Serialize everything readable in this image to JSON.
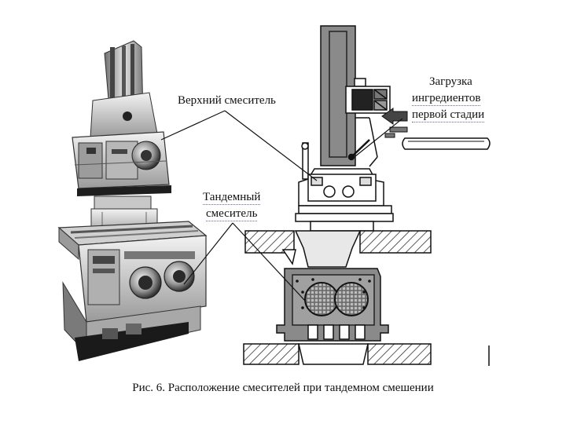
{
  "labels": {
    "upper_mixer": "Верхний смеситель",
    "tandem_mixer_line1": "Тандемный",
    "tandem_mixer_line2": "смеситель",
    "loading_line1": "Загрузка",
    "loading_line2": "ингредиентов",
    "loading_line3": "первой стадии"
  },
  "caption": "Рис. 6. Расположение смесителей при тандемном смешении",
  "colors": {
    "ink": "#111111",
    "machine_dark": "#2a2a2a",
    "machine_mid": "#8a8a8a",
    "machine_light": "#d8d8d8",
    "hatch": "#333333"
  }
}
